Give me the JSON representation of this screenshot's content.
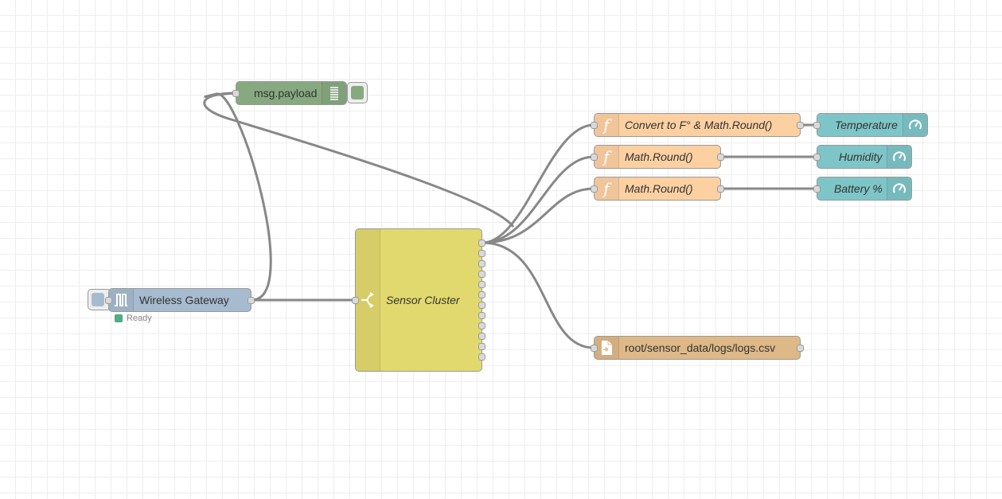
{
  "flow": {
    "nodes": {
      "debug": {
        "label": "msg.payload",
        "icon": "list-icon",
        "color": "#87a980"
      },
      "gateway": {
        "label": "Wireless Gateway",
        "icon": "serial-wave-icon",
        "color": "#a6bbcf",
        "status": "Ready",
        "status_color": "#5a8"
      },
      "switch": {
        "label": "Sensor Cluster",
        "icon": "switch-icon",
        "color": "#e2d96e",
        "outputs": 12
      },
      "func_temp": {
        "label": "Convert to F° & Math.Round()",
        "icon": "function-icon",
        "color": "#fdd0a2"
      },
      "func_hum": {
        "label": "Math.Round()",
        "icon": "function-icon",
        "color": "#fdd0a2"
      },
      "func_bat": {
        "label": "Math.Round()",
        "icon": "function-icon",
        "color": "#fdd0a2"
      },
      "gauge_temp": {
        "label": "Temperature",
        "icon": "gauge-icon",
        "color": "#7ec5c8"
      },
      "gauge_hum": {
        "label": "Humidity",
        "icon": "gauge-icon",
        "color": "#7ec5c8"
      },
      "gauge_bat": {
        "label": "Battery %",
        "icon": "gauge-icon",
        "color": "#7ec5c8"
      },
      "file": {
        "label": "root/sensor_data/logs/logs.csv",
        "icon": "file-icon",
        "color": "#deb887"
      }
    },
    "wire_color": "#888888"
  }
}
